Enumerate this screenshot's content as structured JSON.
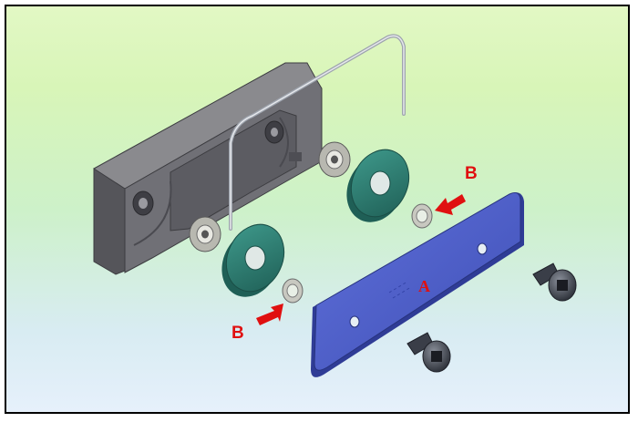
{
  "labels": {
    "a": "A",
    "b_right": "B",
    "b_left": "B"
  },
  "colors": {
    "label_red": "#e01010",
    "housing": "#6c6c70",
    "wheel": "#2f7f74",
    "plate": "#4d5ec8",
    "screw": "#3a3e48",
    "bearing": "#b8b8b0"
  }
}
